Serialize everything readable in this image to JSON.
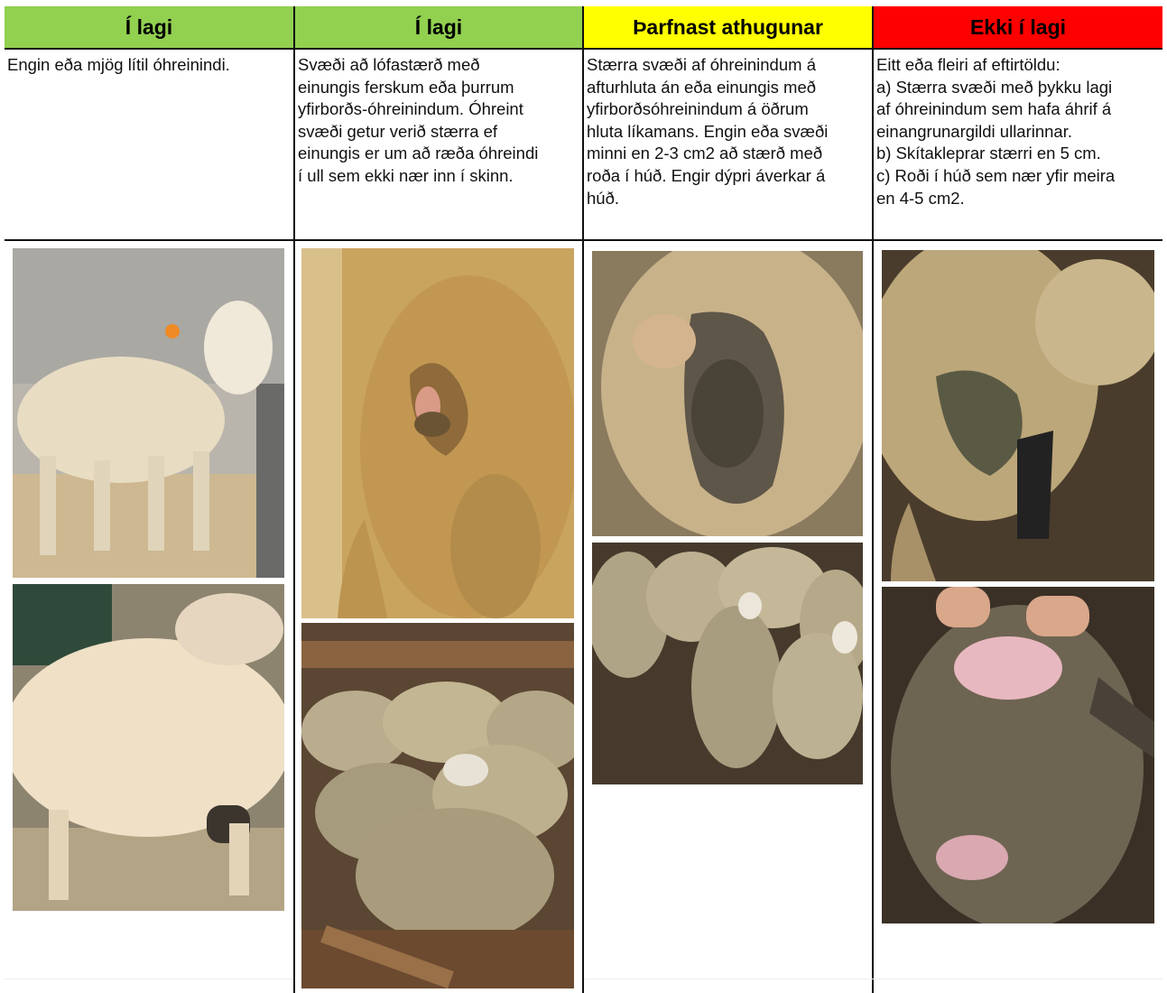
{
  "columns": [
    {
      "status": "Í lagi",
      "header_bg": "#92d050",
      "header_color": "#000000",
      "description": "Engin eða mjög lítil óhreinindi."
    },
    {
      "status": "Í lagi",
      "header_bg": "#92d050",
      "header_color": "#000000",
      "description": "Svæði að lófastærð með\neinungis ferskum eða þurrum\nyfirborðs-óhreinindum. Óhreint\nsvæði getur verið stærra ef\neinungis er um að ræða óhreindi\ní ull sem ekki nær inn í skinn."
    },
    {
      "status": "Þarfnast athugunar",
      "header_bg": "#ffff00",
      "header_color": "#000000",
      "description": "Stærra svæði af óhreinindum á\nafturhluta án eða einungis með\nyfirborðsóhreinindum á öðrum\nhluta líkamans. Engin eða svæði\nminni en 2-3 cm2 að stærð með\nroða í húð. Engir dýpri áverkar á\nhúð."
    },
    {
      "status": "Ekki í lagi",
      "header_bg": "#ff0000",
      "header_color": "#000000",
      "description": "Eitt eða fleiri af eftirtöldu:\na) Stærra svæði með þykku lagi\naf óhreinindum sem hafa áhrif á\neinangrunargildi ullarinnar.\nb) Skítakleprar  stærri en 5 cm.\nc) Roði í húð sem nær yfir meira\nen 4-5 cm2."
    }
  ]
}
